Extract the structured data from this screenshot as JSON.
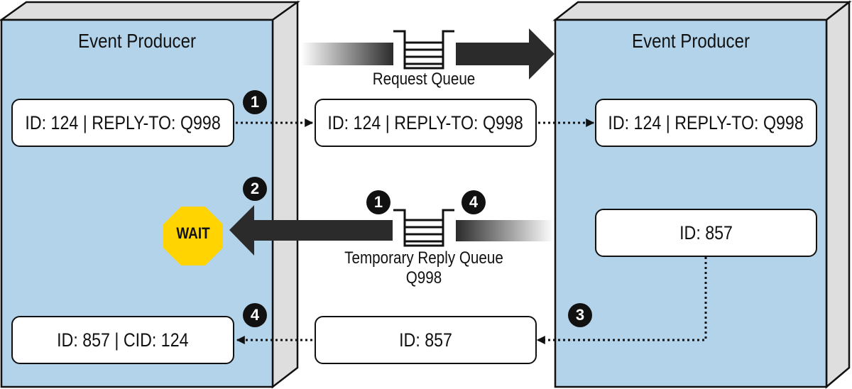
{
  "left_panel": {
    "title": "Event Producer",
    "box_top": "ID: 124 | REPLY-TO: Q998",
    "box_bottom": "ID: 857 | CID: 124",
    "wait_sign": "WAIT"
  },
  "right_panel": {
    "title": "Event Producer",
    "box_top": "ID: 124 | REPLY-TO: Q998",
    "box_middle": "ID: 857"
  },
  "request_queue": {
    "label": "Request Queue",
    "message": "ID: 124 | REPLY-TO: Q998"
  },
  "reply_queue": {
    "label_line1": "Temporary Reply Queue",
    "label_line2": "Q998",
    "message": "ID: 857"
  },
  "steps": {
    "send_request": "1",
    "wait": "2",
    "reply": "3",
    "receive_reply": "4",
    "queue_create": "1",
    "queue_delete": "4"
  },
  "colors": {
    "panel_fill": "#b3d3ea",
    "panel_side": "#dedede",
    "arrow_dark": "#2b2b2b",
    "stop_sign": "#ffd400"
  }
}
